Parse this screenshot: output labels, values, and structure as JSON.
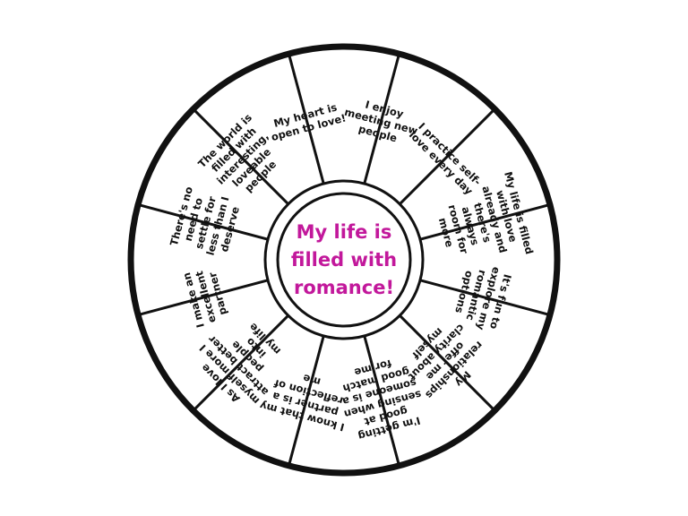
{
  "center": {
    "lines": [
      "My life is",
      "filled with",
      "romance!"
    ],
    "color": "#c2189b"
  },
  "colors": {
    "ring": "#111111",
    "background": "#ffffff",
    "text": "#111111"
  },
  "segments": [
    {
      "lines": [
        "I enjoy",
        "meeting new",
        "people"
      ]
    },
    {
      "lines": [
        "I practice self-",
        "love every day"
      ]
    },
    {
      "lines": [
        "My life is filled",
        "with love",
        "already and",
        "there's",
        "always",
        "room for",
        "more"
      ]
    },
    {
      "lines": [
        "It's fun to",
        "explore my",
        "romantic",
        "options"
      ]
    },
    {
      "lines": [
        "My",
        "relationships",
        "offer me",
        "clarity about",
        "myself"
      ]
    },
    {
      "lines": [
        "I'm getting",
        "good at",
        "sensing when",
        "someone is a",
        "good match",
        "for me"
      ]
    },
    {
      "lines": [
        "I know that my",
        "partner is a",
        "reflection of",
        "me"
      ]
    },
    {
      "lines": [
        "As I love",
        "myself more I",
        "attract better",
        "people",
        "into",
        "my life"
      ]
    },
    {
      "lines": [
        "I make an",
        "excellent",
        "partner"
      ]
    },
    {
      "lines": [
        "There's no",
        "need to",
        "settle for",
        "less than I",
        "deserve"
      ]
    },
    {
      "lines": [
        "The world is",
        "filled with",
        "interesting,",
        "loveable",
        "people"
      ]
    },
    {
      "lines": [
        "My heart is",
        "open to love!"
      ]
    }
  ]
}
